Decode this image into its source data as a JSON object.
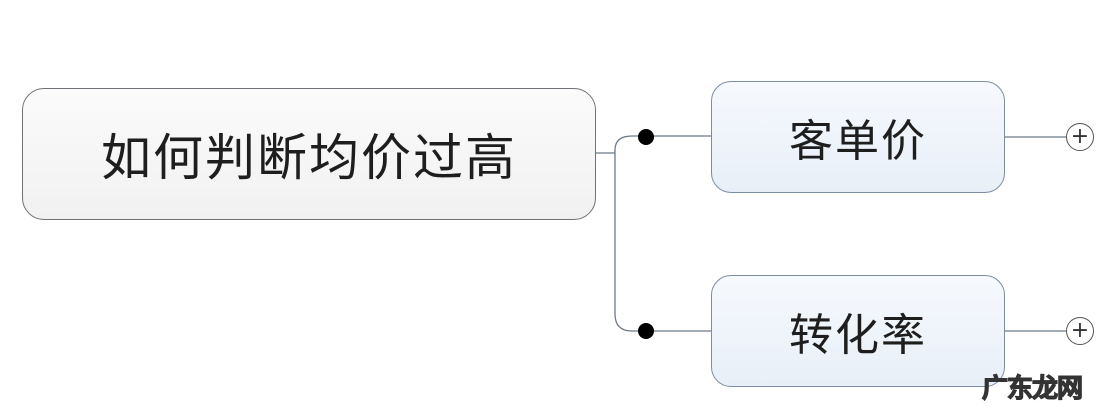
{
  "root": {
    "label": "如何判断均价过高"
  },
  "children": [
    {
      "label": "客单价",
      "expand_icon": "plus-circle-icon"
    },
    {
      "label": "转化率",
      "expand_icon": "plus-circle-icon"
    }
  ],
  "watermark": "广东龙网",
  "colors": {
    "line": "#6c7a86",
    "child_border": "#7d8ea3",
    "child_fill": "#eef3fa"
  }
}
